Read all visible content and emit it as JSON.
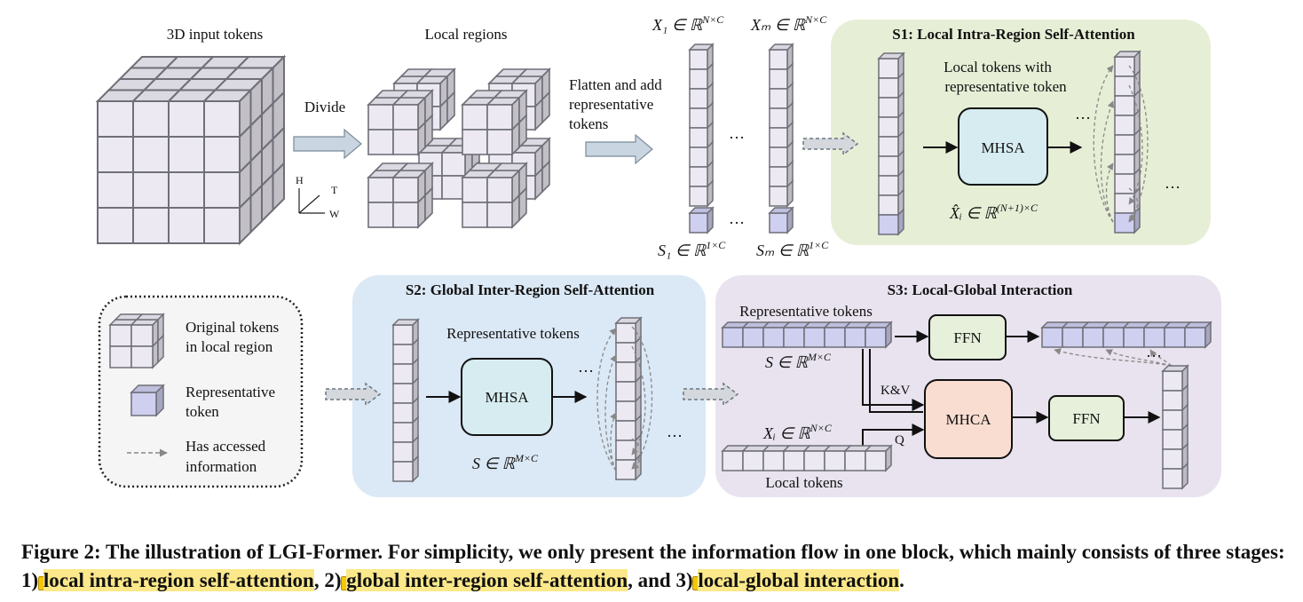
{
  "panel_top": {
    "input_label": "3D input tokens",
    "local_label": "Local regions",
    "divide_label": "Divide",
    "axis_h": "H",
    "axis_t": "T",
    "axis_w": "W",
    "flatten_lines": [
      "Flatten and add",
      "representative",
      "tokens"
    ],
    "x1_label": "X₁ ∈ ℝ",
    "x1_sup": "N×C",
    "xm_label": "Xₘ ∈ ℝ",
    "xm_sup": "N×C",
    "s1_label": "S₁ ∈ ℝ",
    "s1_sup": "1×C",
    "sm_label": "Sₘ ∈ ℝ",
    "sm_sup": "1×C",
    "ellipsis": "…"
  },
  "stage1": {
    "title": "S1: Local Intra-Region Self-Attention",
    "desc_lines": [
      "Local tokens with",
      "representative token"
    ],
    "block": "MHSA",
    "formula": "X̂ᵢ ∈ ℝ",
    "formula_sup": "(N+1)×C",
    "bg": "#e6efd6"
  },
  "stage2": {
    "title": "S2: Global Inter-Region Self-Attention",
    "desc": "Representative tokens",
    "block": "MHSA",
    "formula": "S ∈ ℝ",
    "formula_sup": "M×C",
    "bg": "#dbe8f5"
  },
  "stage3": {
    "title": "S3: Local-Global Interaction",
    "rep_label": "Representative tokens",
    "rep_formula": "S ∈ ℝ",
    "rep_sup": "M×C",
    "ffn_top": "FFN",
    "kv_label": "K&V",
    "q_label": "Q",
    "mhca": "MHCA",
    "ffn_right": "FFN",
    "x_formula": "Xᵢ ∈ ℝ",
    "x_sup": "N×C",
    "local_label": "Local tokens",
    "bg": "#e8e3ee"
  },
  "legend": {
    "orig_lines": [
      "Original tokens",
      "in local region"
    ],
    "rep_lines": [
      "Representative",
      "token"
    ],
    "access_lines": [
      "Has accessed",
      "information"
    ]
  },
  "colors": {
    "token_fill": "#ece9f2",
    "rep_fill": "#cfcff0",
    "mhsa_fill": "#d6ecf0",
    "mhca_fill": "#f9ddd0",
    "ffn_fill": "#e6f0da",
    "highlight": "#fbe88a"
  },
  "caption": {
    "p1": "Figure 2: The illustration of LGI-Former. For simplicity, we only present the information flow in one block, which mainly consists of three stages: 1) ",
    "h1": "local intra-region self-attention",
    "p2": ", 2) ",
    "h2": "global inter-region self-attention",
    "p3": ", and 3) ",
    "h3": "local-global interaction",
    "p4": "."
  }
}
